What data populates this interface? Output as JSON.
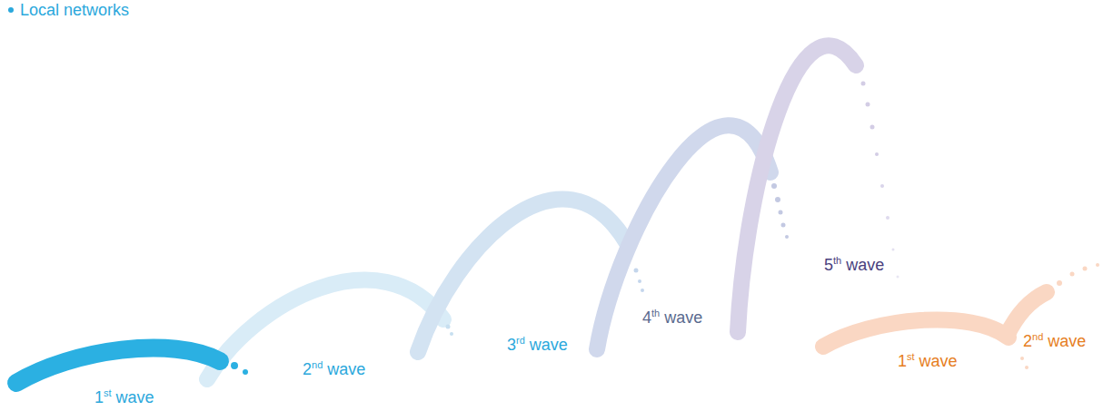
{
  "diagram": {
    "labels": [
      "Local networks",
      "1st wave",
      "2nd wave",
      "3rd wave",
      "4th wave",
      "5th wave",
      "1st wave",
      "2nd wave"
    ]
  }
}
